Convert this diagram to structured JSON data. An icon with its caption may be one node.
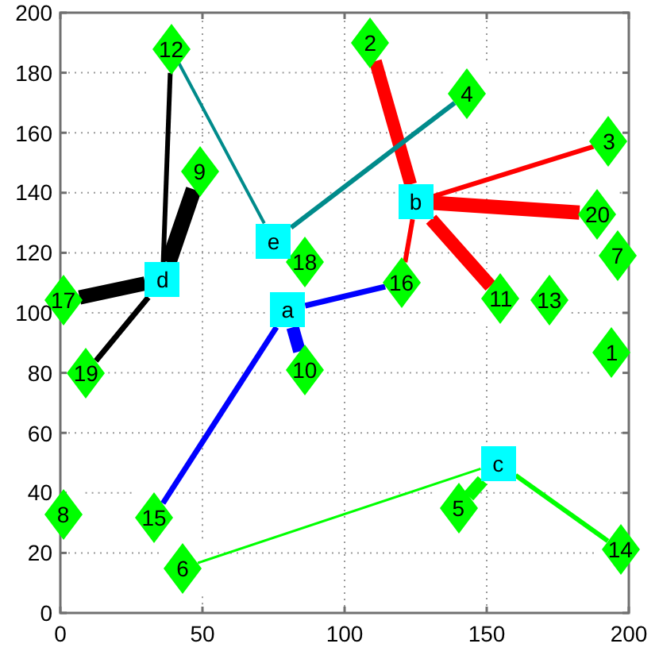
{
  "diagram": {
    "nodes": [
      {
        "text": [
          "1"
        ]
      },
      {
        "text": [
          "2"
        ]
      },
      {
        "text": [
          "3"
        ]
      },
      {
        "text": [
          "4"
        ]
      },
      {
        "text": [
          "5"
        ]
      },
      {
        "text": [
          "6"
        ]
      },
      {
        "text": [
          "7"
        ]
      },
      {
        "text": [
          "8"
        ]
      },
      {
        "text": [
          "9"
        ]
      },
      {
        "text": [
          "10"
        ]
      },
      {
        "text": [
          "11"
        ]
      },
      {
        "text": [
          "12"
        ]
      },
      {
        "text": [
          "13"
        ]
      },
      {
        "text": [
          "14"
        ]
      },
      {
        "text": [
          "15"
        ]
      },
      {
        "text": [
          "16"
        ]
      },
      {
        "text": [
          "17"
        ]
      },
      {
        "text": [
          "18"
        ]
      },
      {
        "text": [
          "19"
        ]
      },
      {
        "text": [
          "20"
        ]
      },
      {
        "text": [
          "a"
        ]
      },
      {
        "text": [
          "b"
        ]
      },
      {
        "text": [
          "c"
        ]
      },
      {
        "text": [
          "d"
        ]
      },
      {
        "text": [
          "e"
        ]
      }
    ],
    "edges": [
      {
        "from": 20,
        "to": 14,
        "arrow": "none",
        "color": "#0000ff"
      },
      {
        "from": 20,
        "to": 9,
        "arrow": "none",
        "style": "thick",
        "color": "#0000ff"
      },
      {
        "from": 20,
        "to": 15,
        "arrow": "none",
        "color": "#0000ff"
      },
      {
        "from": 21,
        "to": 1,
        "arrow": "none",
        "style": "thick",
        "color": "#ff0000"
      },
      {
        "from": 21,
        "to": 2,
        "arrow": "none",
        "color": "#ff0000"
      },
      {
        "from": 21,
        "to": 19,
        "arrow": "none",
        "style": "thick",
        "color": "#ff0000"
      },
      {
        "from": 21,
        "to": 10,
        "arrow": "none",
        "style": "thick",
        "color": "#ff0000"
      },
      {
        "from": 21,
        "to": 15,
        "arrow": "none",
        "color": "#ff0000"
      },
      {
        "from": 22,
        "to": 5,
        "arrow": "none",
        "color": "#00ff00"
      },
      {
        "from": 22,
        "to": 4,
        "arrow": "none",
        "style": "thick",
        "color": "#00ff00"
      },
      {
        "from": 22,
        "to": 13,
        "arrow": "none",
        "color": "#00ff00"
      },
      {
        "from": 23,
        "to": 11,
        "arrow": "none",
        "color": "#000000"
      },
      {
        "from": 23,
        "to": 8,
        "arrow": "none",
        "style": "thick",
        "color": "#000000"
      },
      {
        "from": 23,
        "to": 16,
        "arrow": "none",
        "style": "thick",
        "color": "#000000"
      },
      {
        "from": 23,
        "to": 18,
        "arrow": "none",
        "color": "#000000"
      },
      {
        "from": 24,
        "to": 11,
        "arrow": "none",
        "color": "#008b8b"
      },
      {
        "from": 24,
        "to": 3,
        "arrow": "none",
        "color": "#008b8b"
      }
    ],
    "labels": [
      "200",
      "180",
      "160",
      "140",
      "120",
      "100",
      "80",
      "60",
      "40",
      "20",
      "0",
      "0",
      "50",
      "100",
      "150",
      "200"
    ]
  }
}
